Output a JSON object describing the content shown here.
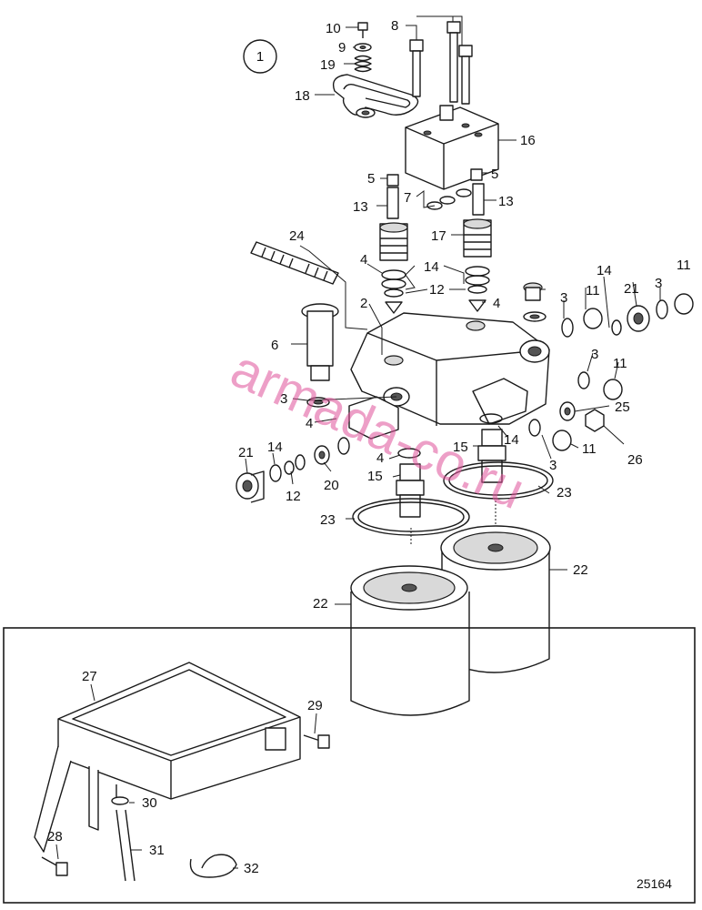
{
  "figure_number": "1",
  "reference_number": "25164",
  "watermark": "armada-co.ru",
  "colors": {
    "line": "#1a1a1a",
    "watermark": "#e0529a"
  },
  "callouts": [
    {
      "id": "c10a",
      "text": "10"
    },
    {
      "id": "c8a",
      "text": "8"
    },
    {
      "id": "c9a",
      "text": "9"
    },
    {
      "id": "c19a",
      "text": "19"
    },
    {
      "id": "c18a",
      "text": "18"
    },
    {
      "id": "c16a",
      "text": "16"
    },
    {
      "id": "c5a",
      "text": "5"
    },
    {
      "id": "c5b",
      "text": "5"
    },
    {
      "id": "c7a",
      "text": "7"
    },
    {
      "id": "c13a",
      "text": "13"
    },
    {
      "id": "c13b",
      "text": "13"
    },
    {
      "id": "c17a",
      "text": "17"
    },
    {
      "id": "c24a",
      "text": "24"
    },
    {
      "id": "c4a",
      "text": "4"
    },
    {
      "id": "c14a",
      "text": "14"
    },
    {
      "id": "c12a",
      "text": "12"
    },
    {
      "id": "c4b",
      "text": "4"
    },
    {
      "id": "c2a",
      "text": "2"
    },
    {
      "id": "c14b",
      "text": "14"
    },
    {
      "id": "c11a",
      "text": "11"
    },
    {
      "id": "c21a",
      "text": "21"
    },
    {
      "id": "c3a",
      "text": "3"
    },
    {
      "id": "c11b",
      "text": "11"
    },
    {
      "id": "c3b",
      "text": "3"
    },
    {
      "id": "c6a",
      "text": "6"
    },
    {
      "id": "c3c",
      "text": "3"
    },
    {
      "id": "c11c",
      "text": "11"
    },
    {
      "id": "c4c",
      "text": "4"
    },
    {
      "id": "c25a",
      "text": "25"
    },
    {
      "id": "c3d",
      "text": "3"
    },
    {
      "id": "c21b",
      "text": "21"
    },
    {
      "id": "c14c",
      "text": "14"
    },
    {
      "id": "c15a",
      "text": "15"
    },
    {
      "id": "c14d",
      "text": "14"
    },
    {
      "id": "c11d",
      "text": "11"
    },
    {
      "id": "c26a",
      "text": "26"
    },
    {
      "id": "c4d",
      "text": "4"
    },
    {
      "id": "c12b",
      "text": "12"
    },
    {
      "id": "c20a",
      "text": "20"
    },
    {
      "id": "c15b",
      "text": "15"
    },
    {
      "id": "c3e",
      "text": "3"
    },
    {
      "id": "c23a",
      "text": "23"
    },
    {
      "id": "c23b",
      "text": "23"
    },
    {
      "id": "c22a",
      "text": "22"
    },
    {
      "id": "c22b",
      "text": "22"
    },
    {
      "id": "c27a",
      "text": "27"
    },
    {
      "id": "c29a",
      "text": "29"
    },
    {
      "id": "c30a",
      "text": "30"
    },
    {
      "id": "c28a",
      "text": "28"
    },
    {
      "id": "c31a",
      "text": "31"
    },
    {
      "id": "c32a",
      "text": "32"
    }
  ]
}
